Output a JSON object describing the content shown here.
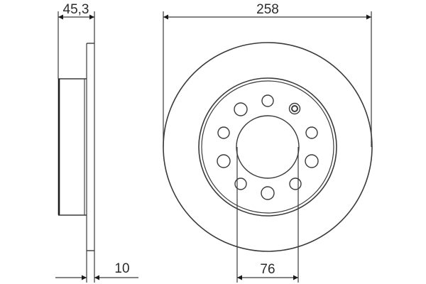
{
  "drawing": {
    "type": "brake-disc-technical-drawing",
    "line_color": "#3a3a3a",
    "text_color": "#2b2b2b",
    "background": "#ffffff"
  },
  "side_view": {
    "dimensions": {
      "total_height": {
        "label": "45,3",
        "value": 45.3
      },
      "disc_thickness": {
        "label": "10",
        "value": 10
      }
    }
  },
  "front_view": {
    "dimensions": {
      "outer_diameter": {
        "label": "258",
        "value": 258
      },
      "center_bore": {
        "label": "76",
        "value": 76
      }
    },
    "bolt_holes_count": 10,
    "marked_hole_count": 1
  }
}
